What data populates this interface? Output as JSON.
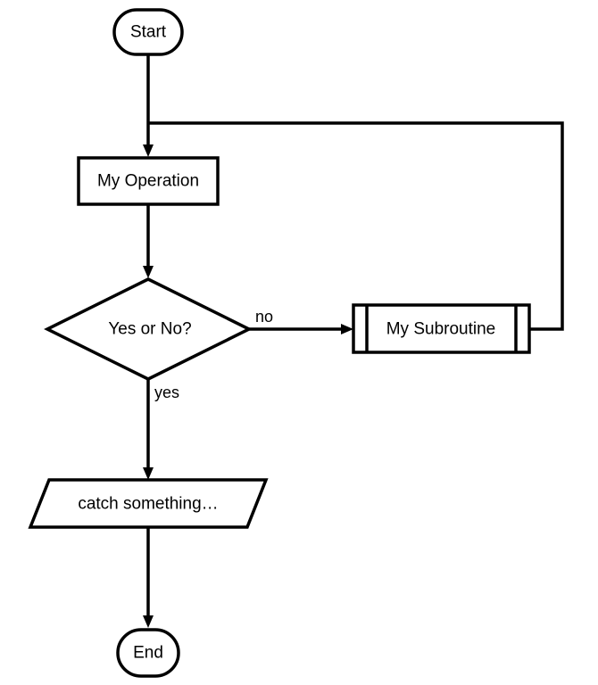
{
  "nodes": {
    "start": {
      "label": "Start",
      "shape": "terminator"
    },
    "operation": {
      "label": "My Operation",
      "shape": "process"
    },
    "decision": {
      "label": "Yes or No?",
      "shape": "decision"
    },
    "subroutine": {
      "label": "My Subroutine",
      "shape": "predefined-process"
    },
    "input": {
      "label": "catch something…",
      "shape": "data"
    },
    "end": {
      "label": "End",
      "shape": "terminator"
    }
  },
  "edges": {
    "no_label": "no",
    "yes_label": "yes"
  },
  "colors": {
    "stroke": "#000000",
    "fill": "#ffffff"
  }
}
